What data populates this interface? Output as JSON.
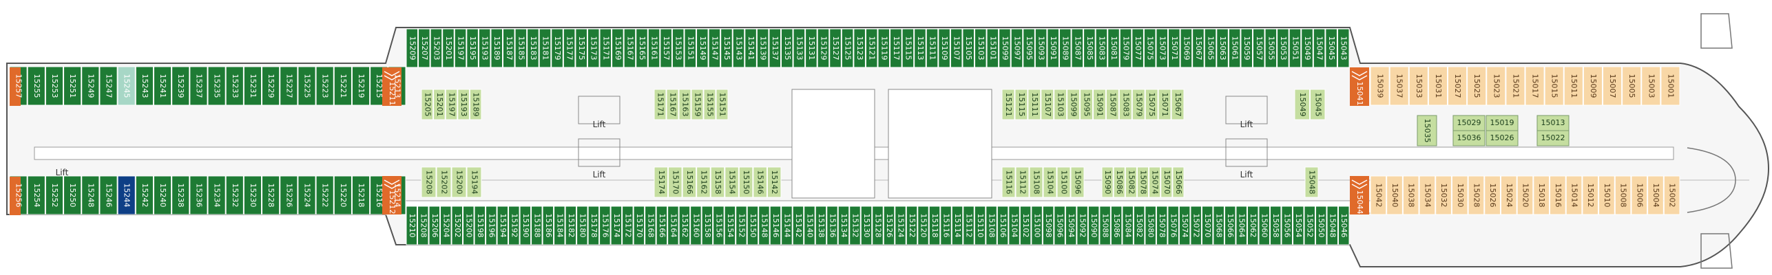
{
  "colors": {
    "balcony": "#1e7b34",
    "inside": "#c5dea0",
    "suite": "#f8d7a6",
    "highlight": "#a7d7c6",
    "highlight_dark": "#0e3f86",
    "stairs": "#e06a2a",
    "hull": "#6f6f6f",
    "interior": "#eeeeee"
  },
  "lift_label": "Lift",
  "aft": {
    "top_outer": [
      "15257",
      "15255",
      "15253",
      "15251",
      "15249",
      "15247",
      "15245",
      "15243",
      "15241",
      "15239",
      "15237",
      "15235",
      "15233",
      "15231",
      "15229",
      "15227",
      "15225",
      "15223",
      "15221",
      "15219",
      "15215",
      "15213"
    ],
    "top_outer_marks": [
      "•",
      "",
      "",
      "",
      "",
      "",
      "",
      "",
      "",
      "",
      "•◆",
      "•◆",
      "",
      "",
      "",
      "",
      "",
      "",
      "",
      "",
      "",
      ""
    ],
    "bot_outer": [
      "15256",
      "15254",
      "15252",
      "15250",
      "15248",
      "15246",
      "15244",
      "15242",
      "15240",
      "15238",
      "15236",
      "15234",
      "15232",
      "15230",
      "15228",
      "15226",
      "15224",
      "15222",
      "15220",
      "15218",
      "15216",
      "15214"
    ],
    "bot_outer_marks": [
      "•",
      "",
      "",
      "",
      "",
      "",
      "",
      "",
      "",
      "",
      "",
      "",
      "",
      "",
      "",
      "",
      "",
      "",
      "",
      "",
      "",
      ""
    ],
    "top_stair": "15211",
    "bot_stair": "15212"
  },
  "mid": {
    "top_outer": [
      "15209",
      "15207",
      "15203",
      "15201",
      "15197",
      "15195",
      "15193",
      "15189",
      "15187",
      "15185",
      "15183",
      "15181",
      "15179",
      "15177",
      "15175",
      "15173",
      "15171",
      "15169",
      "15167",
      "15165",
      "15161",
      "15157",
      "15153",
      "15151",
      "15149",
      "15147",
      "15145",
      "15143",
      "15141",
      "15139",
      "15137",
      "15135",
      "15133",
      "15131",
      "15129",
      "15127",
      "15125",
      "15123",
      "15121",
      "15119",
      "15117",
      "15115",
      "15113",
      "15111",
      "15109",
      "15107",
      "15105",
      "15103",
      "15101",
      "15099",
      "15097",
      "15095",
      "15093",
      "15091",
      "15089",
      "15087",
      "15085",
      "15083",
      "15081",
      "15079",
      "15077",
      "15075",
      "15073",
      "15071",
      "15069",
      "15067",
      "15065",
      "15063",
      "15061",
      "15059",
      "15057",
      "15055",
      "15053",
      "15051",
      "15049",
      "15047",
      "15045",
      "15043"
    ],
    "bot_outer": [
      "15210",
      "15208",
      "15206",
      "15204",
      "15202",
      "15200",
      "15198",
      "15196",
      "15194",
      "15192",
      "15190",
      "15188",
      "15186",
      "15184",
      "15182",
      "15180",
      "15178",
      "15176",
      "15174",
      "15172",
      "15170",
      "15168",
      "15166",
      "15164",
      "15162",
      "15160",
      "15158",
      "15156",
      "15154",
      "15152",
      "15150",
      "15148",
      "15146",
      "15144",
      "15142",
      "15140",
      "15138",
      "15136",
      "15134",
      "15132",
      "15130",
      "15128",
      "15126",
      "15124",
      "15122",
      "15120",
      "15118",
      "15116",
      "15114",
      "15112",
      "15110",
      "15108",
      "15106",
      "15104",
      "15102",
      "15100",
      "15098",
      "15096",
      "15094",
      "15092",
      "15090",
      "15088",
      "15086",
      "15084",
      "15082",
      "15080",
      "15078",
      "15076",
      "15074",
      "15072",
      "15070",
      "15068",
      "15066",
      "15064",
      "15062",
      "15060",
      "15058",
      "15056",
      "15054",
      "15052",
      "15050",
      "15048",
      "15046"
    ],
    "inner_top_a": [
      "15205",
      "15201",
      "15197",
      "15193",
      "15189"
    ],
    "inner_top_b": [
      "15171",
      "15167",
      "15163",
      "15159",
      "15155",
      "15151"
    ],
    "inner_top_c": [
      "15121",
      "15115",
      "15111",
      "15107",
      "15103",
      "15099",
      "15095",
      "15091",
      "15087",
      "15083",
      "15079",
      "15075",
      "15071",
      "15067"
    ],
    "inner_top_d": [
      "15049",
      "15045"
    ],
    "inner_bot_a": [
      "15208",
      "15202",
      "15200",
      "15194"
    ],
    "inner_bot_b": [
      "15174",
      "15170",
      "15166",
      "15162",
      "15158",
      "15154",
      "15150",
      "15146",
      "15142"
    ],
    "inner_bot_c": [
      "15116",
      "15112",
      "15108",
      "15104",
      "15100",
      "15096"
    ],
    "inner_bot_d": [
      "15090",
      "15086",
      "15082",
      "15078",
      "15074",
      "15070",
      "15066"
    ],
    "inner_bot_e": [
      "15048"
    ]
  },
  "fwd": {
    "top_stair": "15041",
    "bot_stair": "15044",
    "top_outer": [
      "15039",
      "15037",
      "15033",
      "15031",
      "15027",
      "15025",
      "15023",
      "15021",
      "15017",
      "15015",
      "15011",
      "15009",
      "15007",
      "15005",
      "15003",
      "15001"
    ],
    "bot_outer": [
      "15042",
      "15040",
      "15038",
      "15034",
      "15032",
      "15030",
      "15028",
      "15026",
      "15024",
      "15020",
      "15018",
      "15016",
      "15014",
      "15012",
      "15010",
      "15008",
      "15006",
      "15004",
      "15002"
    ],
    "mid_block": [
      "15035",
      "15029",
      "15019",
      "15013",
      "15036",
      "15026",
      "15022"
    ]
  }
}
